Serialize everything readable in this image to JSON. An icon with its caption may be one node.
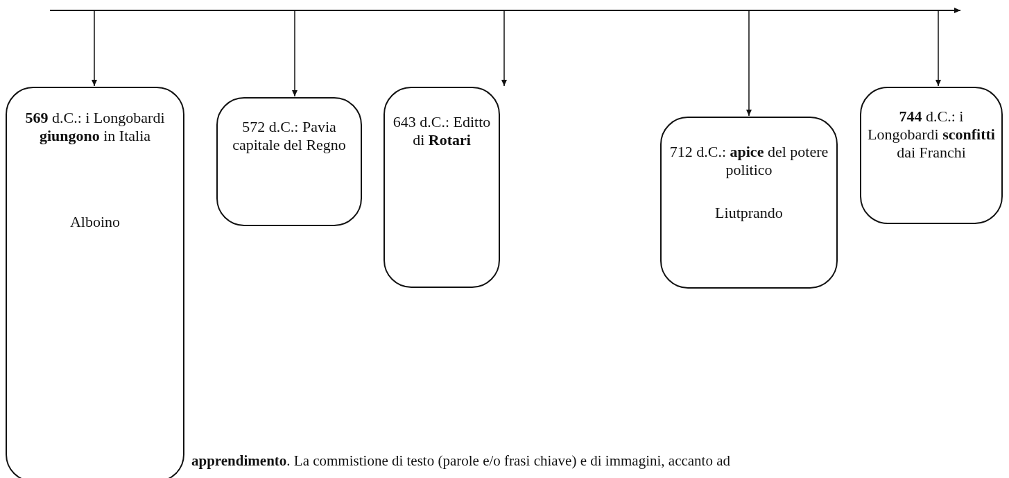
{
  "diagram": {
    "nodes": [
      {
        "text": [
          "**569** d.C.: i Longobardi **giungono** in Italia",
          "Alboino"
        ]
      },
      {
        "text": [
          "572 d.C.: Pavia capitale del Regno"
        ]
      },
      {
        "text": [
          "643 d.C.: Editto di **Rotari**"
        ]
      },
      {
        "text": [
          "712 d.C.: **apice** del potere politico",
          "Liutprando"
        ]
      },
      {
        "text": [
          "**744** d.C.: i Longobardi **sconfitti** dai Franchi"
        ]
      }
    ],
    "edges": [
      {
        "from": null,
        "to": 0,
        "arrow": "to"
      },
      {
        "from": null,
        "to": 1,
        "arrow": "to"
      },
      {
        "from": null,
        "to": 2,
        "arrow": "to"
      },
      {
        "from": null,
        "to": 3,
        "arrow": "to"
      },
      {
        "from": null,
        "to": 4,
        "arrow": "to"
      }
    ],
    "labels": [
      "**apprendimento**. La commistione di testo (parole e/o frasi chiave) e di immagini, accanto ad"
    ]
  }
}
